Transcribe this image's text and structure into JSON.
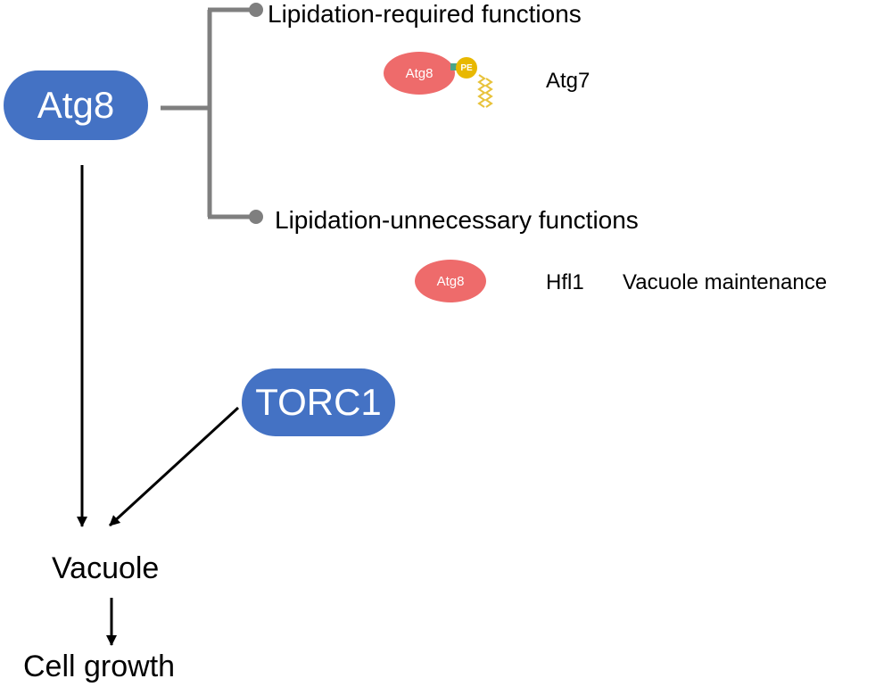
{
  "nodes": {
    "atg8_main": "Atg8",
    "torc1": "TORC1",
    "vacuole": "Vacuole",
    "cell_growth": "Cell growth"
  },
  "branches": {
    "lipidation_required": {
      "title": "Lipidation-required functions",
      "protein_label": "Atg8",
      "lipid_label": "PE",
      "partner": "Atg7"
    },
    "lipidation_unnecessary": {
      "title": "Lipidation-unnecessary functions",
      "protein_label": "Atg8",
      "partner": "Hfl1",
      "function": "Vacuole maintenance"
    }
  },
  "colors": {
    "blue_node": "#4472c4",
    "atg8_oval": "#ee6b6b",
    "pe_head": "#e8b800",
    "linker": "#4aa48a",
    "lipid_tail": "#e8c23a",
    "branch_line": "#7f7f7f",
    "arrow": "#000000"
  },
  "icons": {
    "branch_end": "round-dot",
    "lipid": "zigzag-lipid-tails"
  }
}
